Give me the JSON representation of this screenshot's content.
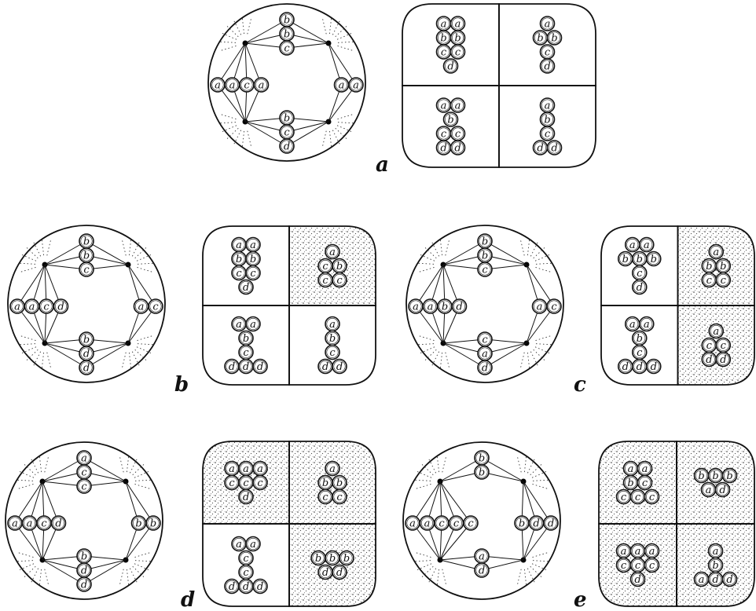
{
  "figure": {
    "labels": [
      "a",
      "b",
      "c",
      "d",
      "e"
    ]
  },
  "panels": [
    {
      "label": "a",
      "spindle": {
        "top": [
          "b",
          "b",
          "c"
        ],
        "left": [
          "a",
          "a",
          "c",
          "a"
        ],
        "right": [
          "a",
          "a"
        ],
        "bottom": [
          "b",
          "c",
          "d"
        ]
      },
      "egg": {
        "tl": {
          "rows": [
            [
              "a",
              "a"
            ],
            [
              "b",
              "b"
            ],
            [
              "c",
              "c"
            ],
            [
              "d"
            ]
          ],
          "shaded": false
        },
        "tr": {
          "rows": [
            [
              "a"
            ],
            [
              "b",
              "b"
            ],
            [
              "c"
            ],
            [
              "d"
            ]
          ],
          "shaded": false
        },
        "bl": {
          "rows": [
            [
              "a",
              "a"
            ],
            [
              "b"
            ],
            [
              "c",
              "c"
            ],
            [
              "d",
              "d"
            ]
          ],
          "shaded": false
        },
        "br": {
          "rows": [
            [
              "a"
            ],
            [
              "b"
            ],
            [
              "c"
            ],
            [
              "d",
              "d"
            ]
          ],
          "shaded": false
        }
      }
    },
    {
      "label": "b",
      "spindle": {
        "top": [
          "b",
          "b",
          "c"
        ],
        "left": [
          "a",
          "a",
          "c",
          "d"
        ],
        "right": [
          "a",
          "c"
        ],
        "bottom": [
          "b",
          "d",
          "d"
        ]
      },
      "egg": {
        "tl": {
          "rows": [
            [
              "a",
              "a"
            ],
            [
              "b",
              "b"
            ],
            [
              "c",
              "c"
            ],
            [
              "d"
            ]
          ],
          "shaded": false
        },
        "tr": {
          "rows": [
            [
              "a"
            ],
            [
              "c",
              "b"
            ],
            [
              "c",
              "c"
            ]
          ],
          "shaded": true
        },
        "bl": {
          "rows": [
            [
              "a",
              "a"
            ],
            [
              "b"
            ],
            [
              "c"
            ],
            [
              "d",
              "d",
              "d"
            ]
          ],
          "shaded": false
        },
        "br": {
          "rows": [
            [
              "a"
            ],
            [
              "b"
            ],
            [
              "c"
            ],
            [
              "d",
              "d"
            ]
          ],
          "shaded": false
        }
      }
    },
    {
      "label": "c",
      "spindle": {
        "top": [
          "b",
          "b",
          "c"
        ],
        "left": [
          "a",
          "a",
          "b",
          "d"
        ],
        "right": [
          "a",
          "c"
        ],
        "bottom": [
          "c",
          "a",
          "d"
        ]
      },
      "egg": {
        "tl": {
          "rows": [
            [
              "a",
              "a"
            ],
            [
              "b",
              "b",
              "b"
            ],
            [
              "c"
            ],
            [
              "d"
            ]
          ],
          "shaded": false
        },
        "tr": {
          "rows": [
            [
              "a"
            ],
            [
              "b",
              "b"
            ],
            [
              "c",
              "c"
            ]
          ],
          "shaded": true
        },
        "bl": {
          "rows": [
            [
              "a",
              "a"
            ],
            [
              "b"
            ],
            [
              "c"
            ],
            [
              "d",
              "d",
              "d"
            ]
          ],
          "shaded": false
        },
        "br": {
          "rows": [
            [
              "a"
            ],
            [
              "c",
              "c"
            ],
            [
              "d",
              "d"
            ]
          ],
          "shaded": true
        }
      }
    },
    {
      "label": "d",
      "spindle": {
        "top": [
          "a",
          "c",
          "c"
        ],
        "left": [
          "a",
          "a",
          "c",
          "d"
        ],
        "right": [
          "b",
          "b"
        ],
        "bottom": [
          "b",
          "d",
          "d"
        ]
      },
      "egg": {
        "tl": {
          "rows": [
            [
              "a",
              "a",
              "a"
            ],
            [
              "c",
              "c",
              "c"
            ],
            [
              "d"
            ]
          ],
          "shaded": true
        },
        "tr": {
          "rows": [
            [
              "a"
            ],
            [
              "b",
              "b"
            ],
            [
              "c",
              "c"
            ]
          ],
          "shaded": true
        },
        "bl": {
          "rows": [
            [
              "a",
              "a"
            ],
            [
              "c"
            ],
            [
              "c"
            ],
            [
              "d",
              "d",
              "d"
            ]
          ],
          "shaded": false
        },
        "br": {
          "rows": [
            [
              "b",
              "b",
              "b"
            ],
            [
              "d",
              "d"
            ]
          ],
          "shaded": true
        }
      }
    },
    {
      "label": "e",
      "spindle": {
        "top": [
          "b",
          "b"
        ],
        "left": [
          "a",
          "a",
          "c",
          "c",
          "c"
        ],
        "right": [
          "b",
          "d",
          "d"
        ],
        "bottom": [
          "a",
          "d"
        ]
      },
      "egg": {
        "tl": {
          "rows": [
            [
              "a",
              "a"
            ],
            [
              "b",
              "c"
            ],
            [
              "c",
              "c",
              "c"
            ]
          ],
          "shaded": true
        },
        "tr": {
          "rows": [
            [
              "b",
              "b",
              "b"
            ],
            [
              "a",
              "d"
            ]
          ],
          "shaded": true
        },
        "bl": {
          "rows": [
            [
              "a",
              "a",
              "a"
            ],
            [
              "c",
              "c",
              "c"
            ],
            [
              "d"
            ]
          ],
          "shaded": true
        },
        "br": {
          "rows": [
            [
              "a"
            ],
            [
              "b"
            ],
            [
              "a",
              "d",
              "d"
            ]
          ],
          "shaded": true
        }
      }
    }
  ]
}
